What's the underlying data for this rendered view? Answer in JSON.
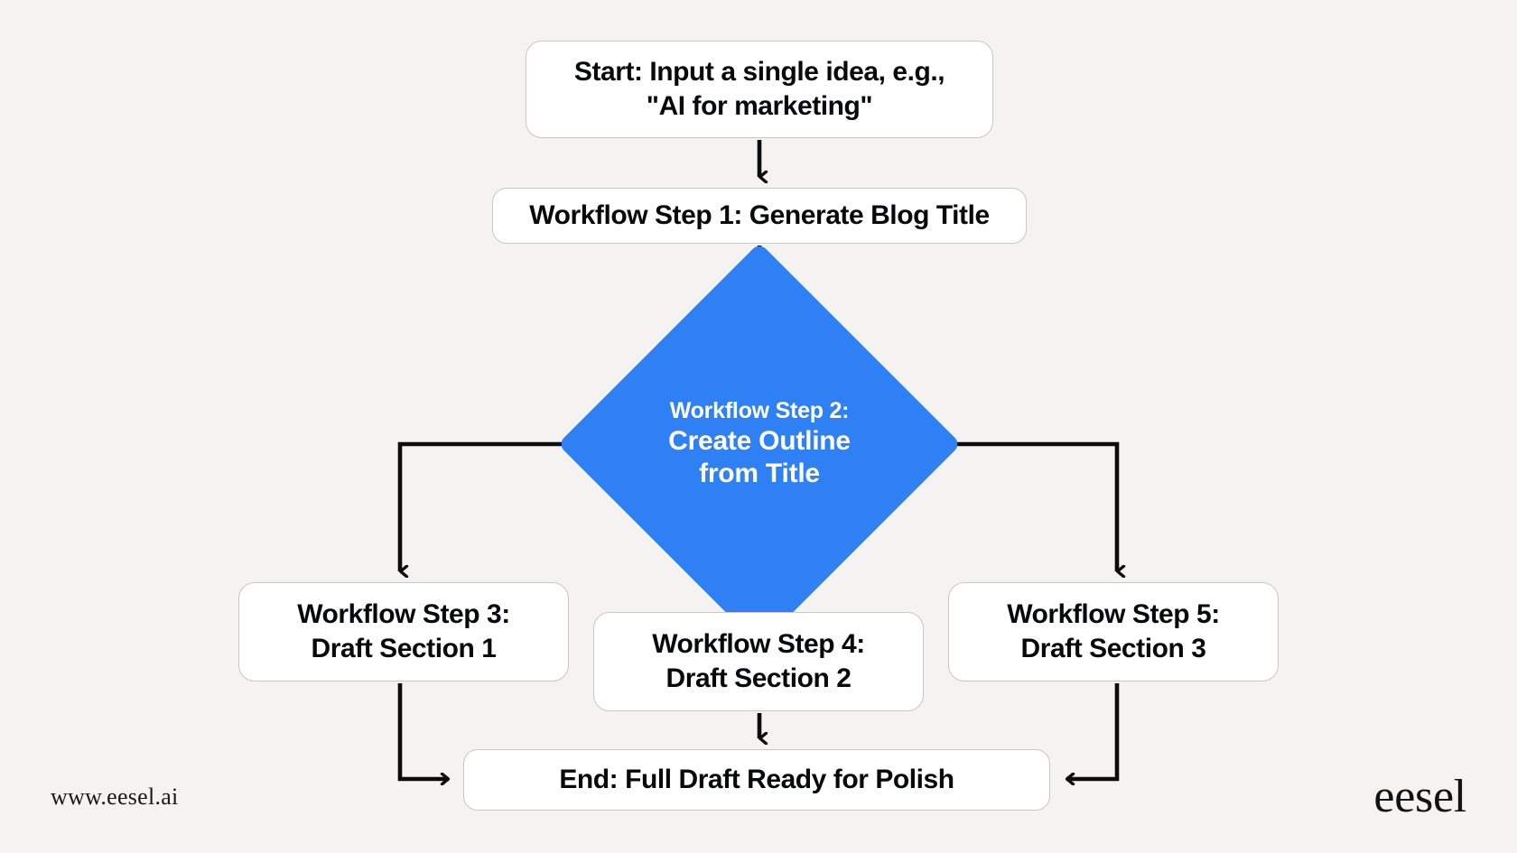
{
  "page": {
    "background_color": "#f4f3f1",
    "footer_url": "www.eesel.ai",
    "brand": "eesel"
  },
  "theme": {
    "node_fill": "#ffffff",
    "node_border": "#c9c7c4",
    "node_text": "#08090a",
    "accent_blue": "#2f80f5",
    "accent_text": "#ffffff",
    "connector": "#0b0c0d"
  },
  "flowchart": {
    "type": "flowchart",
    "orientation": "top-down",
    "nodes": [
      {
        "id": "start",
        "shape": "rounded-rect",
        "label": "Start: Input a single idea, e.g.,\n\"AI for marketing\""
      },
      {
        "id": "step1",
        "shape": "rounded-rect",
        "label": "Workflow Step 1: Generate Blog Title"
      },
      {
        "id": "step2",
        "shape": "diamond",
        "label_line1": "Workflow Step 2:",
        "label_line2": "Create Outline\nfrom Title"
      },
      {
        "id": "step3",
        "shape": "rounded-rect",
        "label": "Workflow Step 3:\nDraft Section 1"
      },
      {
        "id": "step4",
        "shape": "rounded-rect",
        "label": "Workflow Step 4:\nDraft Section 2"
      },
      {
        "id": "step5",
        "shape": "rounded-rect",
        "label": "Workflow Step 5:\nDraft Section 3"
      },
      {
        "id": "end",
        "shape": "rounded-rect",
        "label": "End: Full Draft Ready for Polish"
      }
    ],
    "edges": [
      {
        "from": "start",
        "to": "step1",
        "style": "straight-arrow-down"
      },
      {
        "from": "step1",
        "to": "step2",
        "style": "straight-arrow-down"
      },
      {
        "from": "step2",
        "to": "step3",
        "style": "elbow-left-arrow-down"
      },
      {
        "from": "step2",
        "to": "step4",
        "style": "straight-arrow-down"
      },
      {
        "from": "step2",
        "to": "step5",
        "style": "elbow-right-arrow-down"
      },
      {
        "from": "step3",
        "to": "end",
        "style": "elbow-down-arrow-right"
      },
      {
        "from": "step4",
        "to": "end",
        "style": "straight-arrow-down"
      },
      {
        "from": "step5",
        "to": "end",
        "style": "elbow-down-arrow-left"
      }
    ]
  }
}
